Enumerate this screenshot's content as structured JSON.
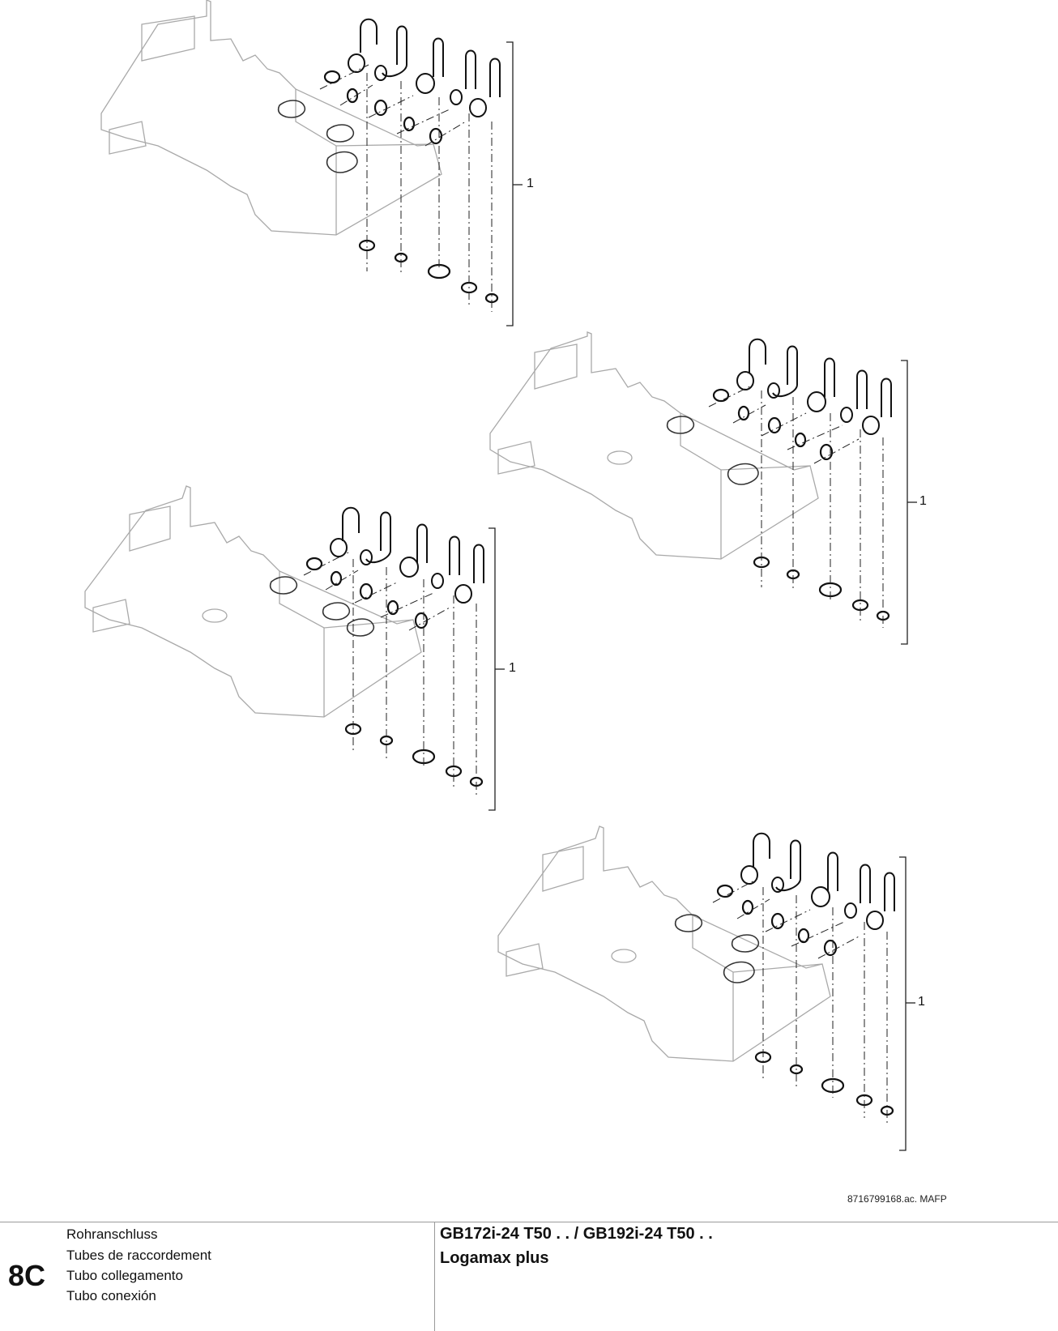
{
  "diagram": {
    "callout_label": "1",
    "drawing_reference": "8716799168.ac. MAFP"
  },
  "footer": {
    "section_code": "8C",
    "languages": [
      "Rohranschluss",
      "Tubes de raccordement",
      "Tubo collegamento",
      "Tubo conexión"
    ],
    "model_line": "GB172i-24 T50 . . / GB192i-24 T50 . .",
    "product_name": "Logamax plus"
  }
}
